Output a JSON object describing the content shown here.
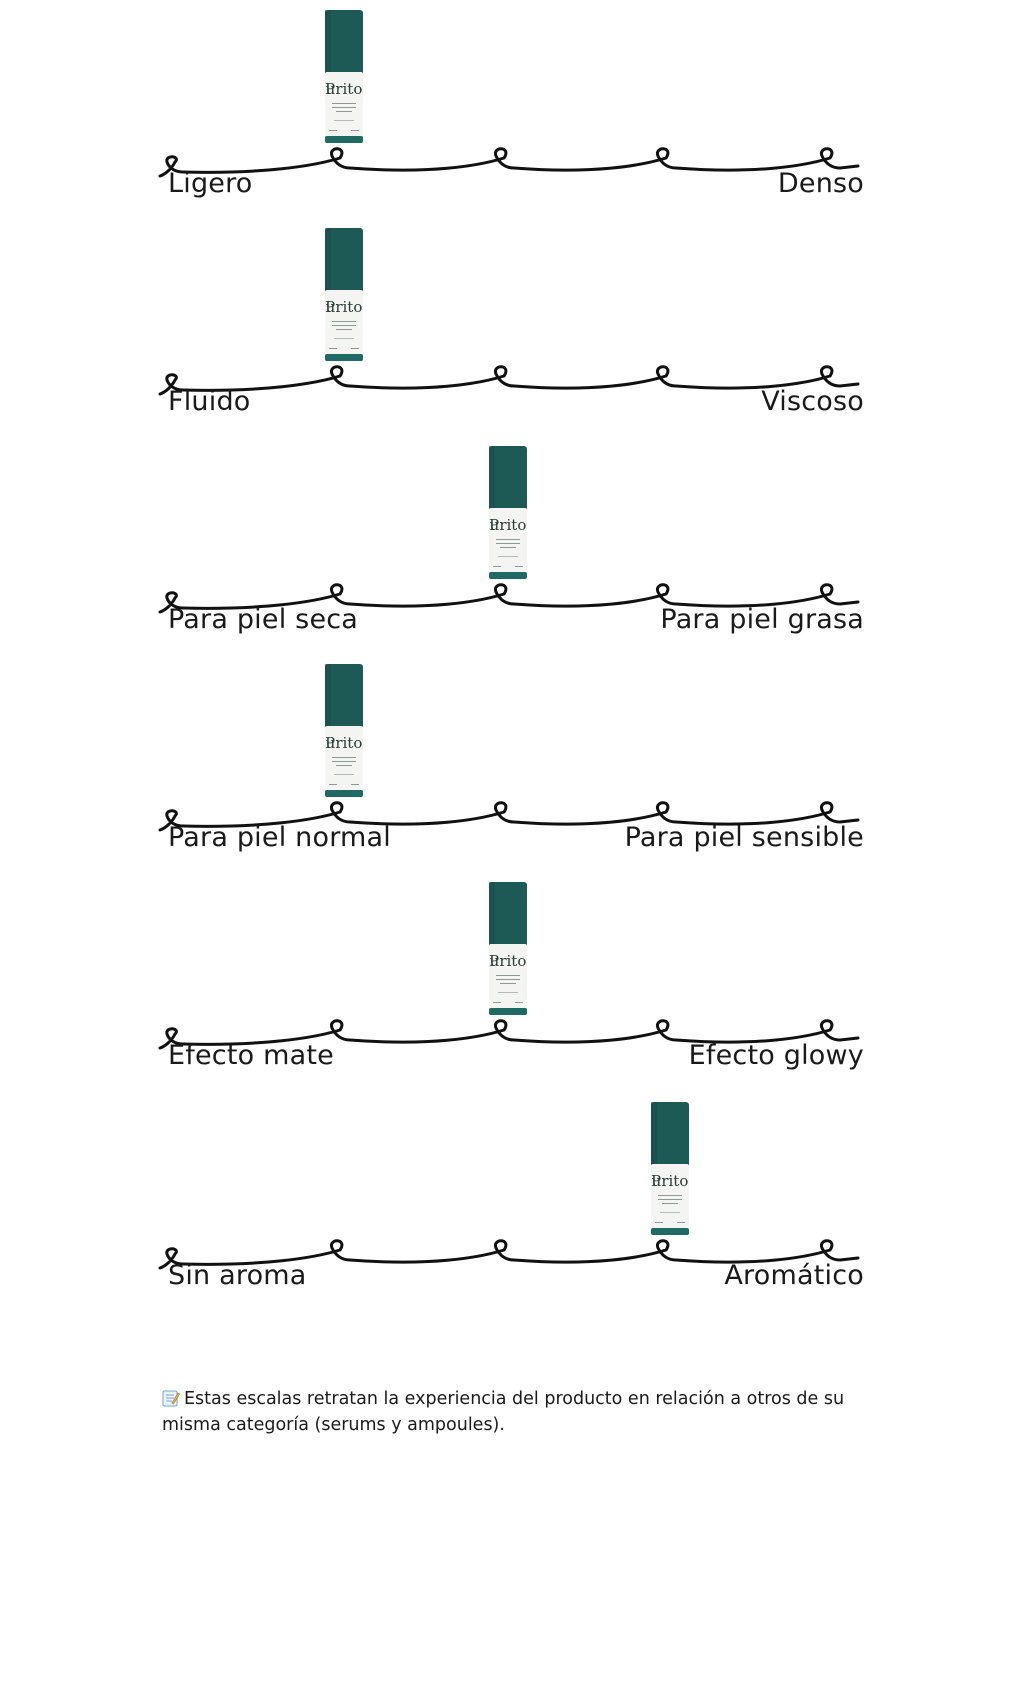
{
  "scales": [
    {
      "left_label": "Ligero",
      "right_label": "Denso",
      "position_index": 1
    },
    {
      "left_label": "Fluido",
      "right_label": "Viscoso",
      "position_index": 1
    },
    {
      "left_label": "Para piel seca",
      "right_label": "Para piel grasa",
      "position_index": 2
    },
    {
      "left_label": "Para piel normal",
      "right_label": "Para piel sensible",
      "position_index": 1
    },
    {
      "left_label": "Efecto mate",
      "right_label": "Efecto glowy",
      "position_index": 2
    },
    {
      "left_label": "Sin aroma",
      "right_label": "Aromático",
      "position_index": 3
    }
  ],
  "product": {
    "brand": "Purito",
    "colors": {
      "cap": "#1e5a55",
      "band": "#1f6b63",
      "label": "#f4f4f2",
      "text": "#2b3b38"
    }
  },
  "note": {
    "icon": "memo-icon",
    "text": "Estas escalas retratan la experiencia del producto en relación a otros de su misma categoría (serums y ampoules)."
  }
}
